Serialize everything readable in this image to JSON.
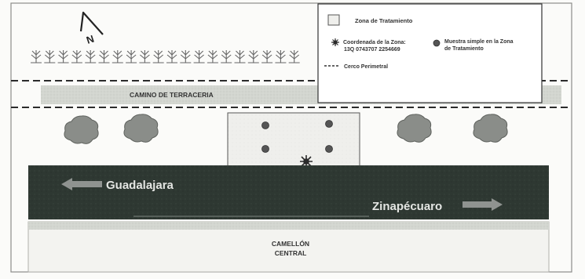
{
  "north_label": "N",
  "legend": {
    "treatment_zone_label": "Zona de Tratamiento",
    "coordinate_label_line1": "Coordenada de la Zona:",
    "coordinate_label_line2": "13Q 0743707 2254669",
    "sample_label_line1": "Muestra simple en la Zona",
    "sample_label_line2": "de Tratamiento",
    "perimeter_label": "Cerco Perimetral"
  },
  "road_labels": {
    "dirt_road": "CAMINO DE TERRACERIA",
    "direction_west": "Guadalajara",
    "direction_east": "Zinapécuaro",
    "median_line1": "CAMELLÓN",
    "median_line2": "CENTRAL"
  },
  "colors": {
    "highway": "#2e3832",
    "dirt_road": "#d3d6d0",
    "treatment_zone": "#f1f1ee",
    "tree": "#8a8d89",
    "sample_dot": "#555555",
    "coordinate_marker": "#2b2b2b",
    "arrow": "#8f9390"
  }
}
